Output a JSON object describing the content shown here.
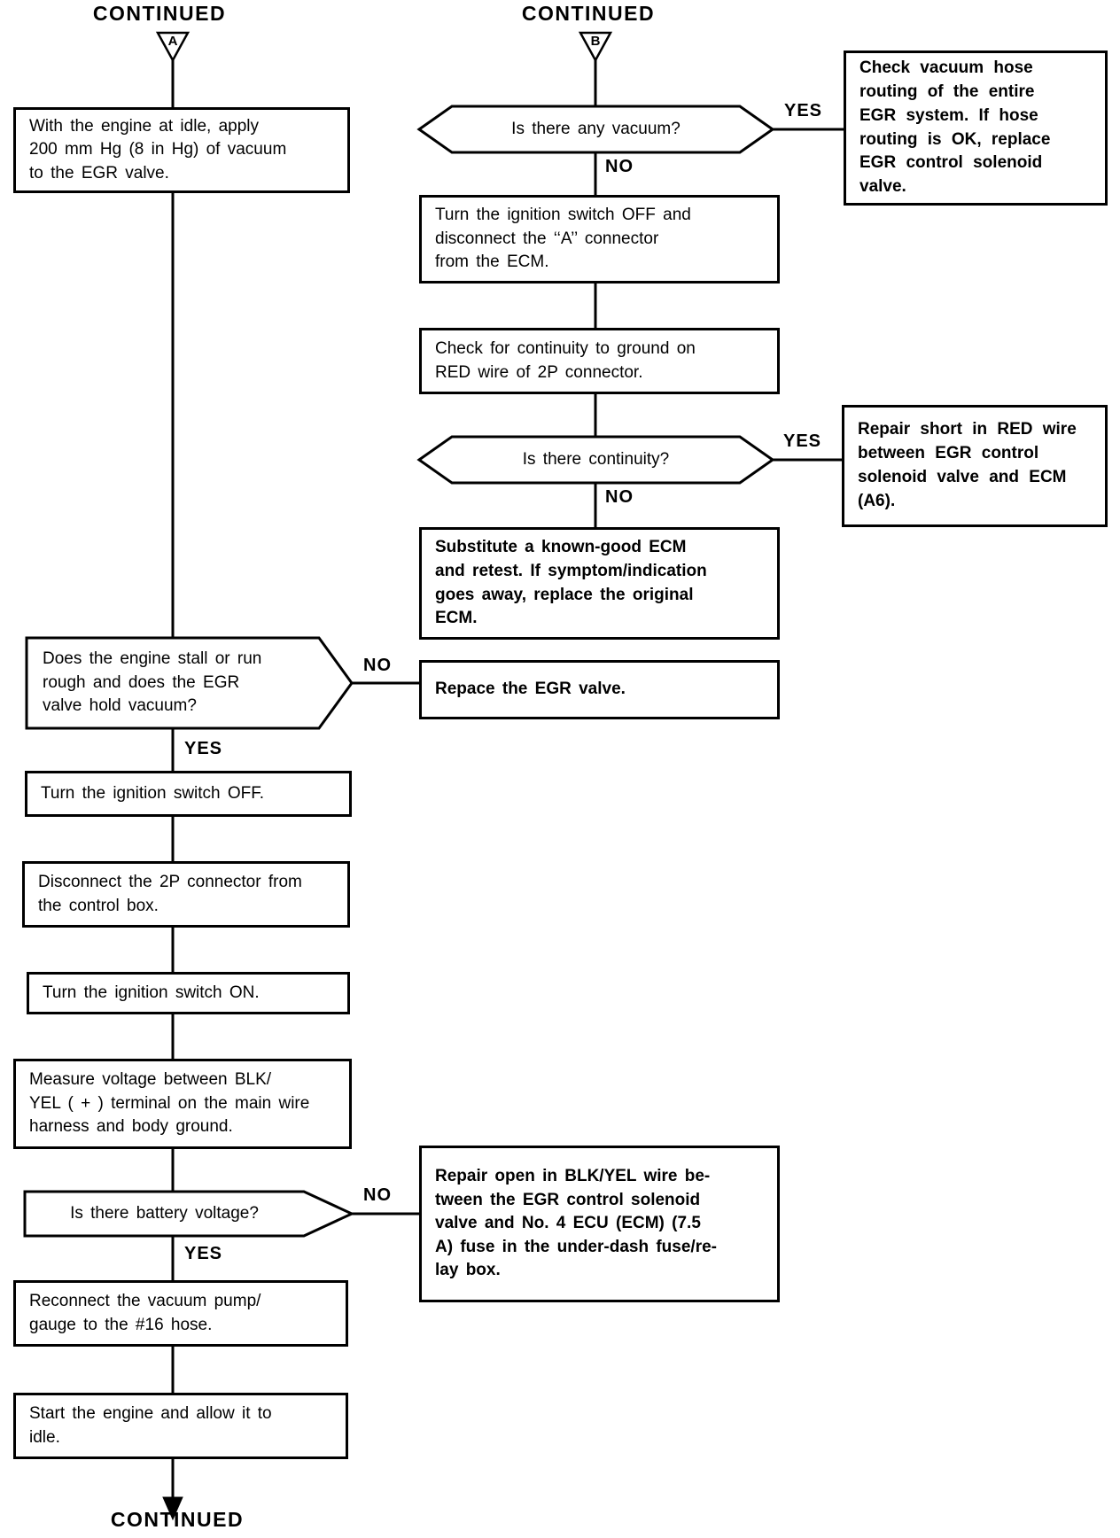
{
  "page": {
    "continued_top_left": "CONTINUED",
    "continued_top_right": "CONTINUED",
    "continued_bottom": "CONTINUED",
    "connector_a_label": "A",
    "connector_b_label": "B"
  },
  "branch_labels": {
    "stall_no": "NO",
    "stall_yes": "YES",
    "battery_no": "NO",
    "battery_yes": "YES",
    "vacuum_yes": "YES",
    "vacuum_no": "NO",
    "continuity_yes": "YES",
    "continuity_no": "NO"
  },
  "left_column": {
    "apply_vacuum": "With the engine at idle, apply\n200 mm Hg (8 in Hg) of vacuum\nto the EGR valve.",
    "engine_stall_decision": "Does the engine stall or run\nrough and does the EGR\nvalve hold vacuum?",
    "ignition_off": "Turn the ignition switch OFF.",
    "disconnect_2p": "Disconnect the 2P connector from\nthe control box.",
    "ignition_on": "Turn the ignition switch ON.",
    "measure_voltage": "Measure voltage between BLK/\nYEL ( + ) terminal on the main wire\nharness and body ground.",
    "battery_voltage_decision": "Is there battery voltage?",
    "reconnect_pump": "Reconnect the vacuum pump/\ngauge to the #16 hose.",
    "start_engine": "Start the engine and allow it to\nidle."
  },
  "right_column": {
    "vacuum_decision": "Is there any vacuum?",
    "check_hose_routing": "Check vacuum hose\nrouting of the entire\nEGR system. If hose\nrouting is OK, replace\nEGR control solenoid\nvalve.",
    "ignition_off_disconnect": "Turn the ignition switch OFF and\ndisconnect the ‘‘A’’ connector\nfrom the ECM.",
    "check_continuity": "Check for continuity to ground on\nRED wire of 2P connector.",
    "continuity_decision": "Is there continuity?",
    "repair_short": "Repair short in RED wire\nbetween EGR control\nsolenoid valve and ECM\n(A6).",
    "substitute_ecm": "Substitute a known-good ECM\nand retest. If symptom/indication\ngoes away, replace the original\nECM.",
    "replace_egr": "Repace the EGR valve.",
    "repair_open": "Repair open in BLK/YEL wire be-\ntween the EGR control solenoid\nvalve and No. 4 ECU (ECM) (7.5\nA) fuse in the under-dash fuse/re-\nlay box."
  },
  "colors": {
    "ink": "#000000",
    "paper": "#ffffff"
  }
}
